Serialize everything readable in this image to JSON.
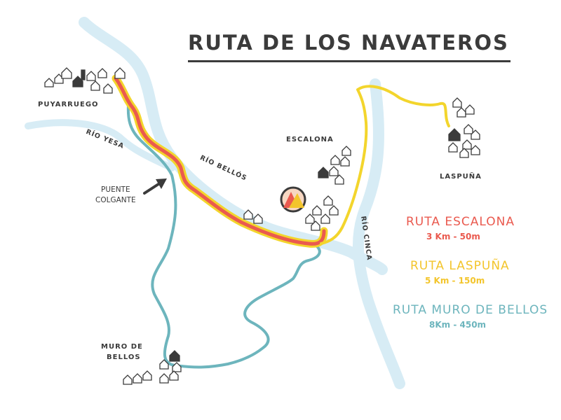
{
  "title": "RUTA DE LOS NAVATEROS",
  "colors": {
    "river": "#d7ecf5",
    "escalona": "#ea5a4f",
    "laspuna": "#f3d52c",
    "muro": "#6db5bd",
    "dark": "#3b3b3b"
  },
  "towns": {
    "puyarruego": "PUYARRUEGO",
    "escalona": "ESCALONA",
    "laspuna": "LASPUÑA",
    "muro_line1": "MURO DE",
    "muro_line2": "BELLOS"
  },
  "rivers": {
    "yesa": "RÍO YESA",
    "bellos": "RÍO BELLÓS",
    "cinca": "RÍO CINCA"
  },
  "bridge": {
    "line1": "PUENTE",
    "line2": "COLGANTE"
  },
  "legend": [
    {
      "name": "RUTA ESCALONA",
      "stats": "3 Km  - 50m",
      "color": "#ea5a4f"
    },
    {
      "name": "RUTA LASPUÑA",
      "stats": "5 Km - 150m",
      "color": "#f3c52c"
    },
    {
      "name": "RUTA MURO DE BELLOS",
      "stats": "8Km - 450m",
      "color": "#6db5bd"
    }
  ]
}
